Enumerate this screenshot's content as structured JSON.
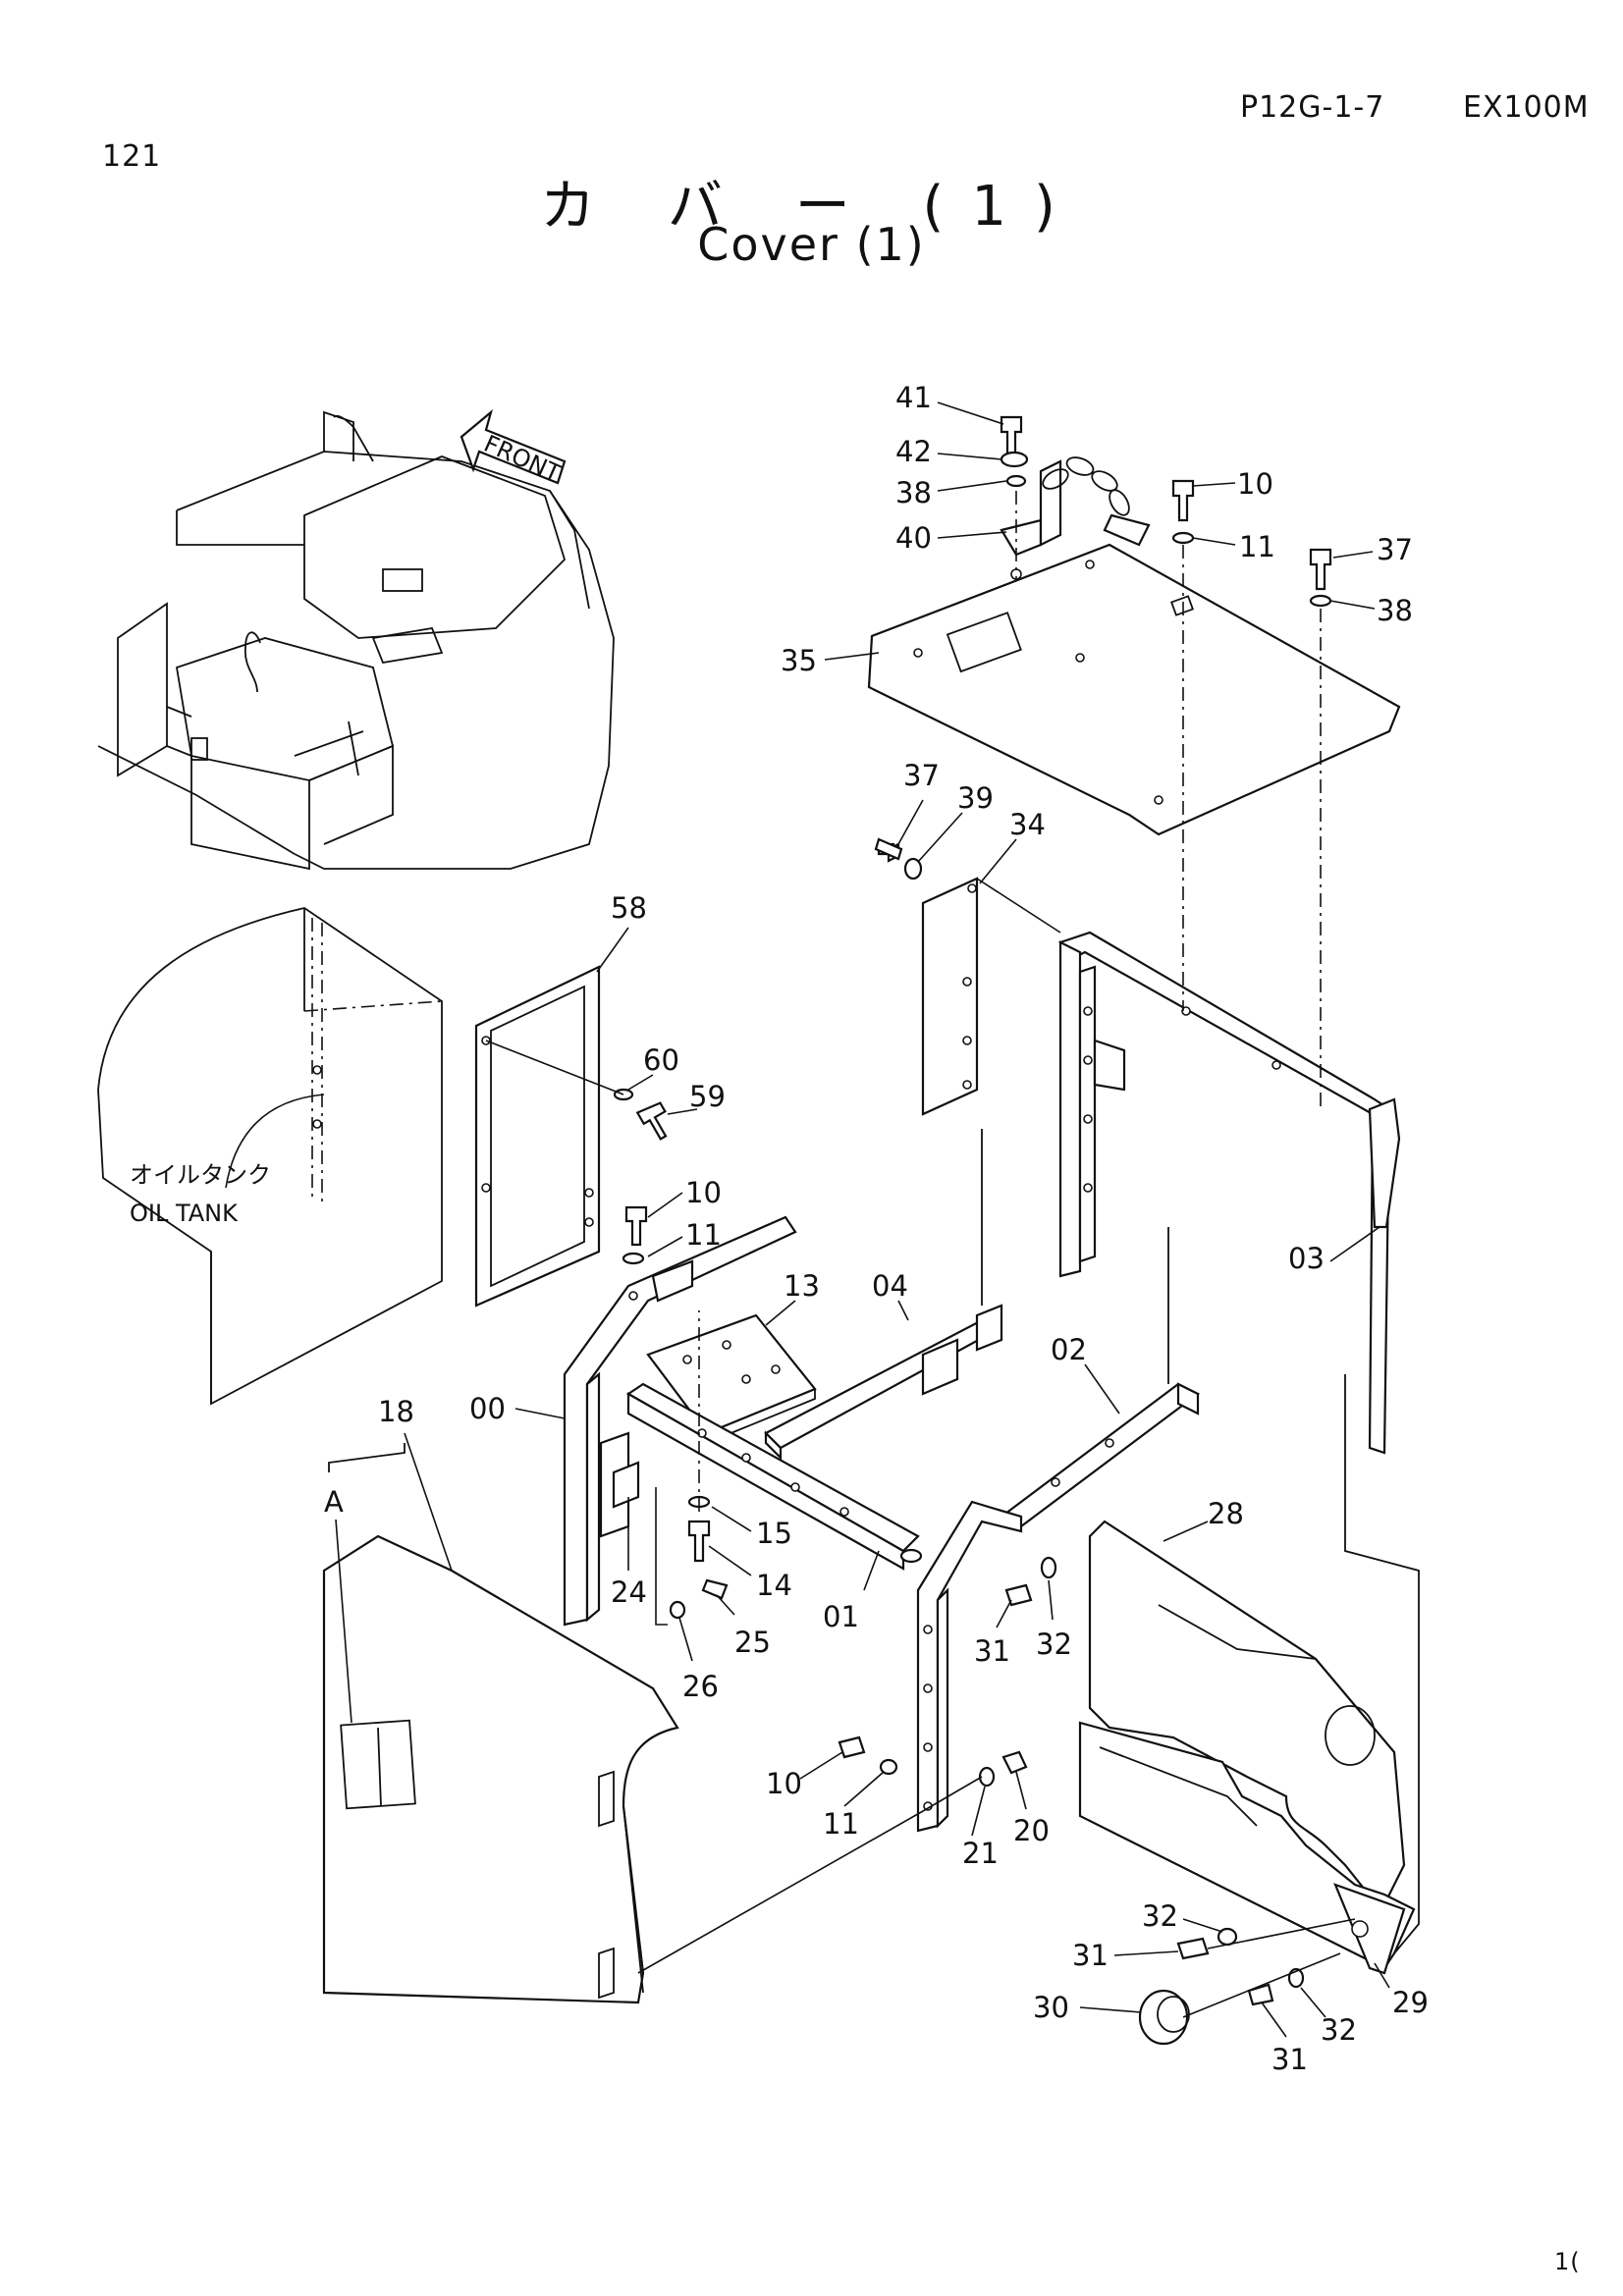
{
  "header": {
    "page_number": "121",
    "ref_code": "P12G-1-7",
    "model": "EX100M",
    "footer_number": "1("
  },
  "title": {
    "japanese": "カ バ ー (1)",
    "english": "Cover (1)"
  },
  "annotations": {
    "front_arrow": "FRONT",
    "oil_tank_jp": "オイルタンク",
    "oil_tank_en": "OIL TANK",
    "view_a": "A"
  },
  "callouts": [
    {
      "id": "c-41",
      "text": "41"
    },
    {
      "id": "c-42",
      "text": "42"
    },
    {
      "id": "c-38a",
      "text": "38"
    },
    {
      "id": "c-40",
      "text": "40"
    },
    {
      "id": "c-10a",
      "text": "10"
    },
    {
      "id": "c-11a",
      "text": "11"
    },
    {
      "id": "c-37a",
      "text": "37"
    },
    {
      "id": "c-38b",
      "text": "38"
    },
    {
      "id": "c-35",
      "text": "35"
    },
    {
      "id": "c-37b",
      "text": "37"
    },
    {
      "id": "c-39",
      "text": "39"
    },
    {
      "id": "c-34",
      "text": "34"
    },
    {
      "id": "c-58",
      "text": "58"
    },
    {
      "id": "c-60",
      "text": "60"
    },
    {
      "id": "c-59",
      "text": "59"
    },
    {
      "id": "c-10b",
      "text": "10"
    },
    {
      "id": "c-11b",
      "text": "11"
    },
    {
      "id": "c-03",
      "text": "03"
    },
    {
      "id": "c-13",
      "text": "13"
    },
    {
      "id": "c-04",
      "text": "04"
    },
    {
      "id": "c-02",
      "text": "02"
    },
    {
      "id": "c-18",
      "text": "18"
    },
    {
      "id": "c-00",
      "text": "00"
    },
    {
      "id": "c-28",
      "text": "28"
    },
    {
      "id": "c-15",
      "text": "15"
    },
    {
      "id": "c-14",
      "text": "14"
    },
    {
      "id": "c-24",
      "text": "24"
    },
    {
      "id": "c-25",
      "text": "25"
    },
    {
      "id": "c-01",
      "text": "01"
    },
    {
      "id": "c-31a",
      "text": "31"
    },
    {
      "id": "c-32a",
      "text": "32"
    },
    {
      "id": "c-26",
      "text": "26"
    },
    {
      "id": "c-10c",
      "text": "10"
    },
    {
      "id": "c-11c",
      "text": "11"
    },
    {
      "id": "c-21",
      "text": "21"
    },
    {
      "id": "c-20",
      "text": "20"
    },
    {
      "id": "c-32b",
      "text": "32"
    },
    {
      "id": "c-31b",
      "text": "31"
    },
    {
      "id": "c-29",
      "text": "29"
    },
    {
      "id": "c-30",
      "text": "30"
    },
    {
      "id": "c-32c",
      "text": "32"
    },
    {
      "id": "c-31c",
      "text": "31"
    }
  ]
}
